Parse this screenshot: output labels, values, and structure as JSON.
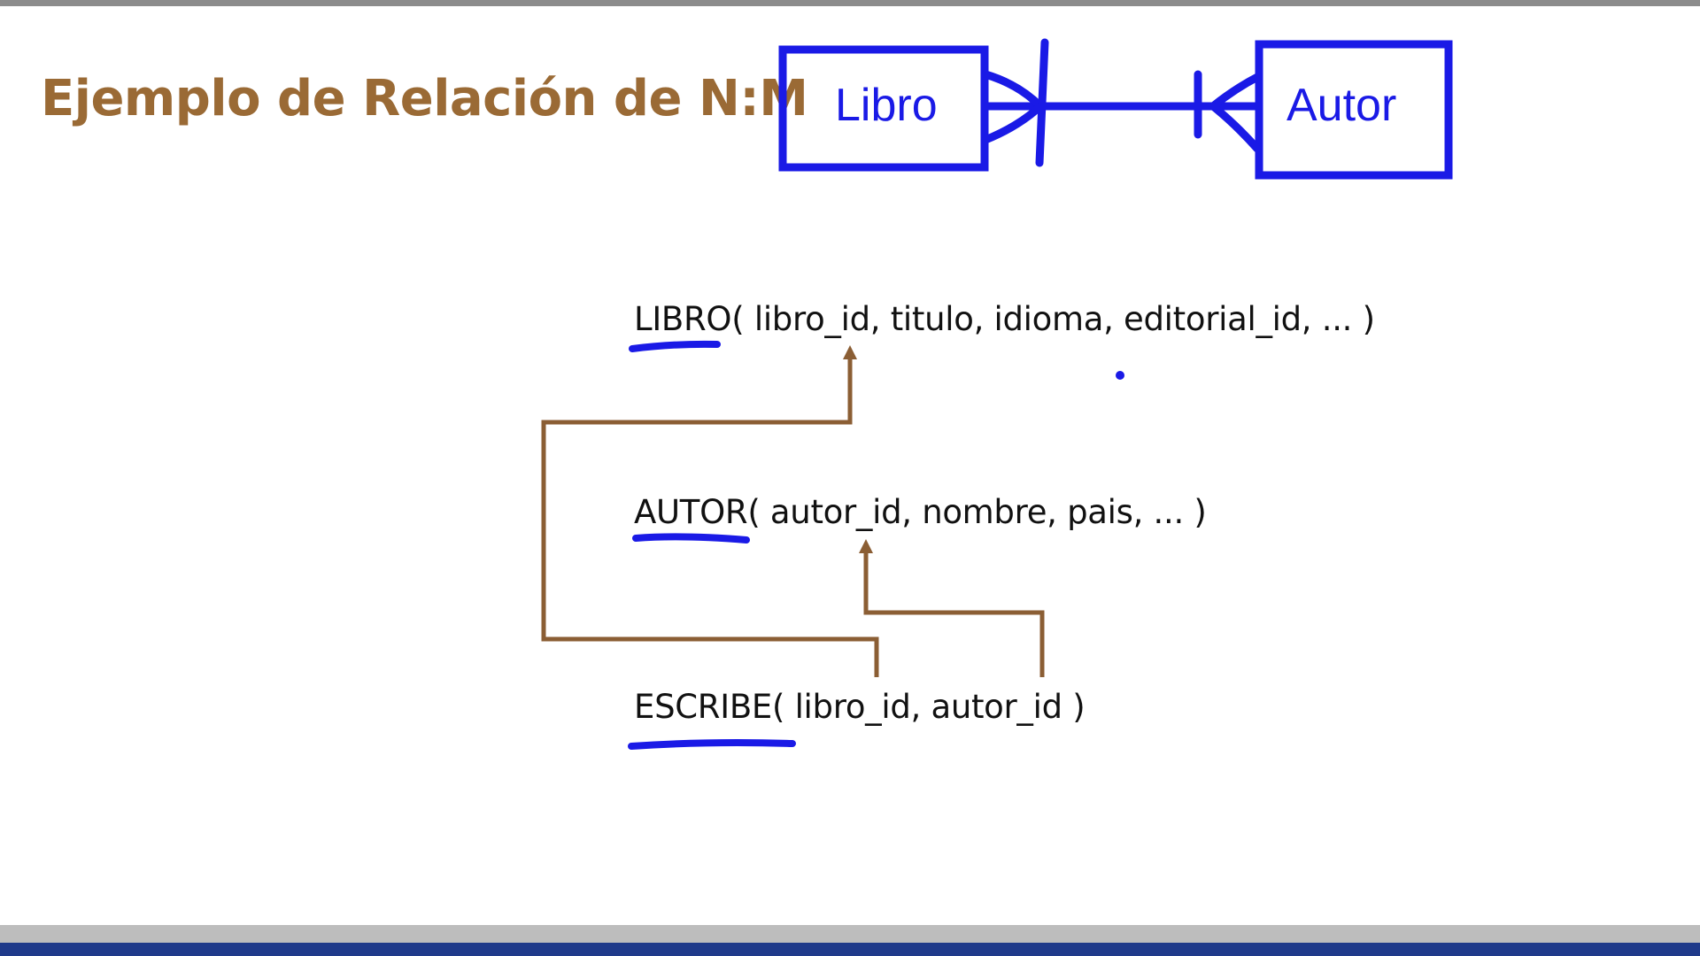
{
  "slide": {
    "title": "Ejemplo de Relación de N:M"
  },
  "er_diagram": {
    "entity_left": "Libro",
    "entity_right": "Autor",
    "stroke_color": "#1a1ae6"
  },
  "schema": {
    "libro": {
      "name": "LIBRO",
      "rest": "( libro_id, titulo, idioma, editorial_id, ... )"
    },
    "autor": {
      "name": "AUTOR",
      "rest": "( autor_id, nombre, pais, ... )"
    },
    "escribe": {
      "name": "ESCRIBE",
      "rest": "( libro_id, autor_id )"
    }
  },
  "colors": {
    "title": "#9a6a35",
    "arrows": "#8b5e34",
    "highlight": "#1a1ae6",
    "bottom_bar": "#1f3a8a"
  }
}
